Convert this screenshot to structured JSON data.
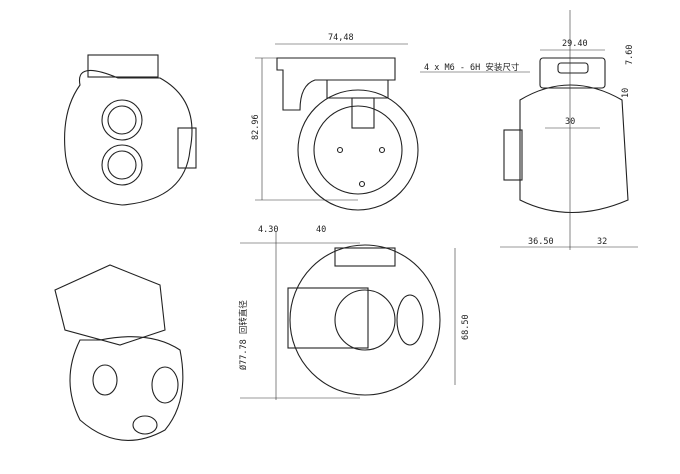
{
  "dimensions": {
    "top_width": "74,48",
    "height": "82.96",
    "connector_width": "29.40",
    "connector_height": "7.60",
    "mount_depth": "10",
    "hole_spacing": "30",
    "left_width": "36.50",
    "right_width": "32",
    "offset": "4.30",
    "bottom_width": "40",
    "rotation_diameter": "Ø77.78 回转直径",
    "bottom_height": "68.50"
  },
  "annotation": "4 x M6 - 6H 安装尺寸"
}
